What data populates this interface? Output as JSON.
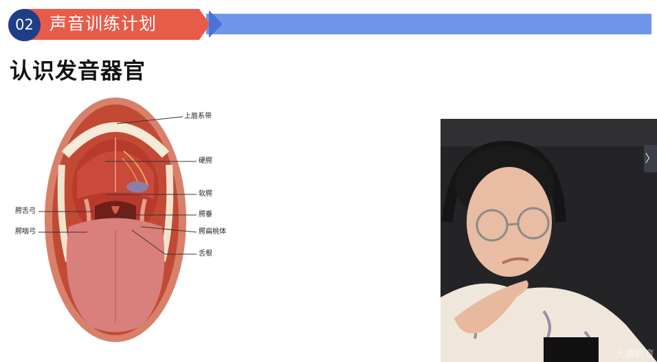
{
  "header": {
    "number": "02",
    "section_title": "声音训练计划"
  },
  "page_title": "认识发音器官",
  "diagram": {
    "labels": {
      "upper_frenulum": "上唇系带",
      "hard_palate": "硬腭",
      "soft_palate": "软腭",
      "palatoglossal_arch": "腭舌弓",
      "uvula": "腭垂",
      "palatopharyngeal_arch": "腭咽弓",
      "palatine_tonsil": "腭扁桃体",
      "tongue_root": "舌根"
    }
  },
  "webcam": {
    "watermark": "大鹏教育"
  },
  "nav": {
    "next_symbol": "〉"
  },
  "colors": {
    "badge": "#1e3e86",
    "ribbon_red": "#e95b49",
    "ribbon_blue": "#6f96ea"
  }
}
